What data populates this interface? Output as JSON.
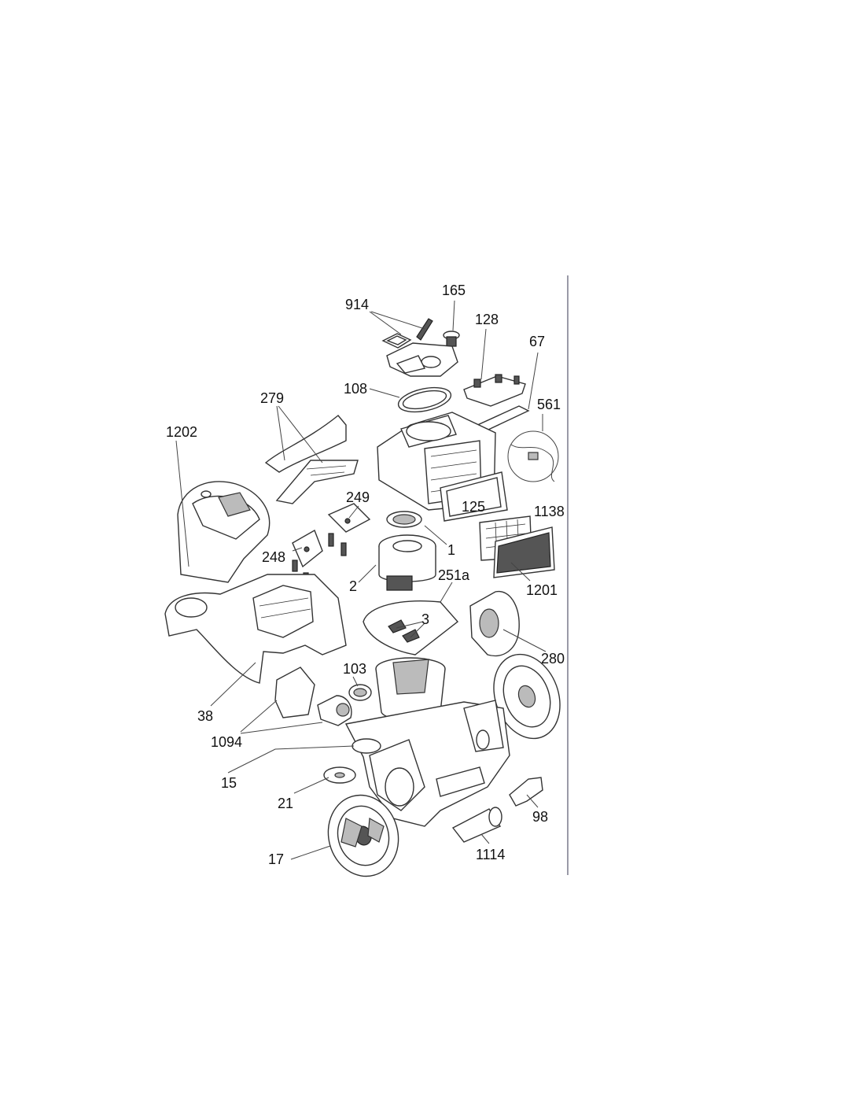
{
  "callouts": {
    "c914": "914",
    "c165": "165",
    "c128": "128",
    "c67": "67",
    "c108": "108",
    "c279": "279",
    "c561": "561",
    "c1202": "1202",
    "c249": "249",
    "c125": "125",
    "c1138": "1138",
    "c1": "1",
    "c248": "248",
    "c2": "2",
    "c251a": "251a",
    "c1201": "1201",
    "c3": "3",
    "c280": "280",
    "c103": "103",
    "c38": "38",
    "c1094": "1094",
    "c15": "15",
    "c21": "21",
    "c98": "98",
    "c17": "17",
    "c1114": "1114"
  }
}
